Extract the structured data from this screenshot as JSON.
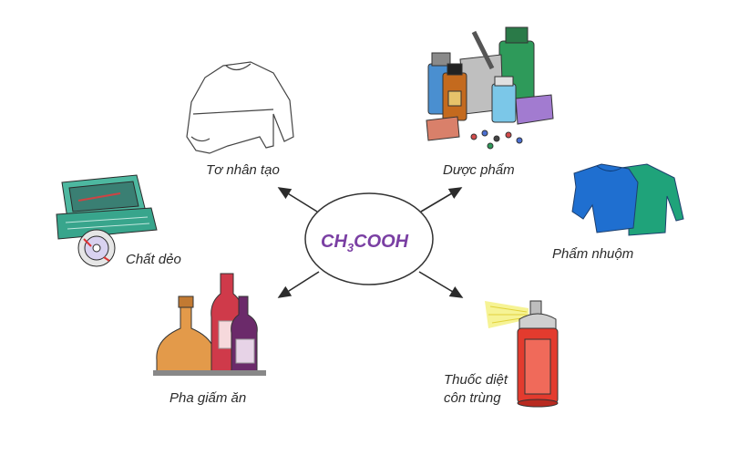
{
  "center": {
    "formula_prefix": "CH",
    "formula_sub": "3",
    "formula_suffix": "COOH",
    "color": "#7a3fa3"
  },
  "applications": [
    {
      "label": "Tơ nhân tạo",
      "icon": "shirt-icon"
    },
    {
      "label": "Dược phẩm",
      "icon": "medicine-icon"
    },
    {
      "label": "Phẩm nhuộm",
      "icon": "dyed-clothes-icon"
    },
    {
      "label": "Thuốc diệt",
      "label2": "côn trùng",
      "icon": "spray-can-icon"
    },
    {
      "label": "Pha giấm ăn",
      "icon": "bottles-icon"
    },
    {
      "label": "Chất dẻo",
      "icon": "plastic-case-icon"
    }
  ]
}
